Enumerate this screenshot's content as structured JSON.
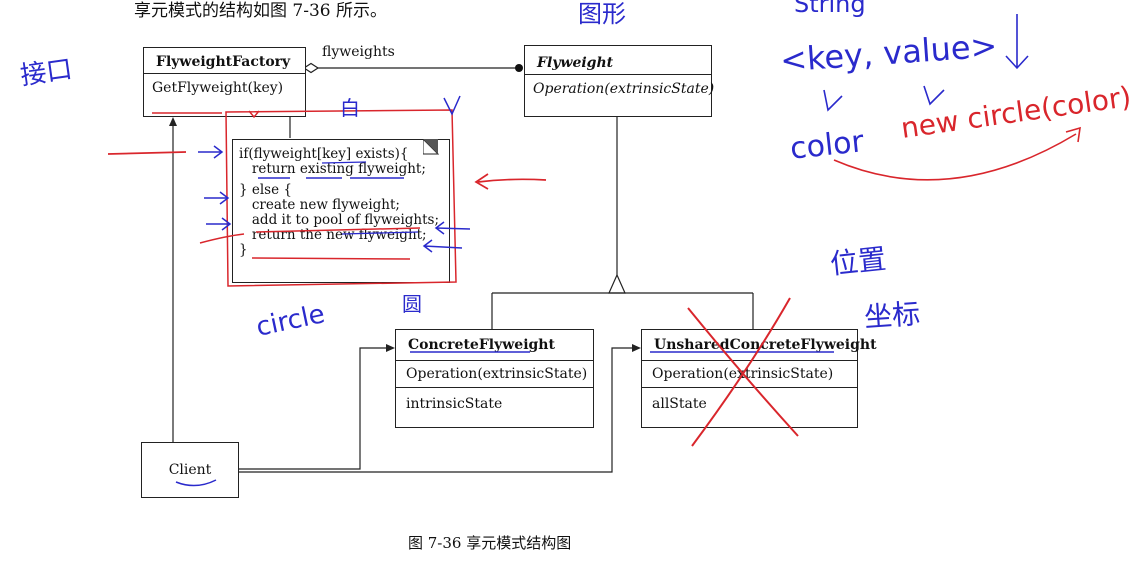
{
  "header_text": "享元模式的结构如图 7-36 所示。",
  "classes": {
    "flyweight_factory": {
      "name": "FlyweightFactory",
      "operation": "GetFlyweight(key)"
    },
    "flyweight": {
      "name": "Flyweight",
      "operation": "Operation(extrinsicState)"
    },
    "concrete_flyweight": {
      "name": "ConcreteFlyweight",
      "operation": "Operation(extrinsicState)",
      "attribute": "intrinsicState"
    },
    "unshared_concrete_flyweight": {
      "name": "UnsharedConcreteFlyweight",
      "operation": "Operation(extrinsicState)",
      "attribute": "allState"
    },
    "client": {
      "name": "Client"
    }
  },
  "association_label": "flyweights",
  "note_lines": [
    "if(flyweight[key] exists){",
    "   return existing flyweight;",
    "} else {",
    "   create new flyweight;",
    "   add it to pool of flyweights;",
    "   return the new flyweight;",
    "}"
  ],
  "caption": "图 7-36    享元模式结构图",
  "annotations": {
    "factory_handwriting": "接口",
    "top_handwriting": "图形",
    "key_value": "<key, value>",
    "string_label": "String",
    "color_label": "color",
    "new_circle": "new circle(color)",
    "circle_label": "circle",
    "yuan_label": "圆",
    "bai_label": "白",
    "position_label_1": "位置",
    "position_label_2": "坐标"
  },
  "colors": {
    "ink": "#222222",
    "annotation_blue": "#2a2acc",
    "annotation_red": "#d9262c"
  }
}
